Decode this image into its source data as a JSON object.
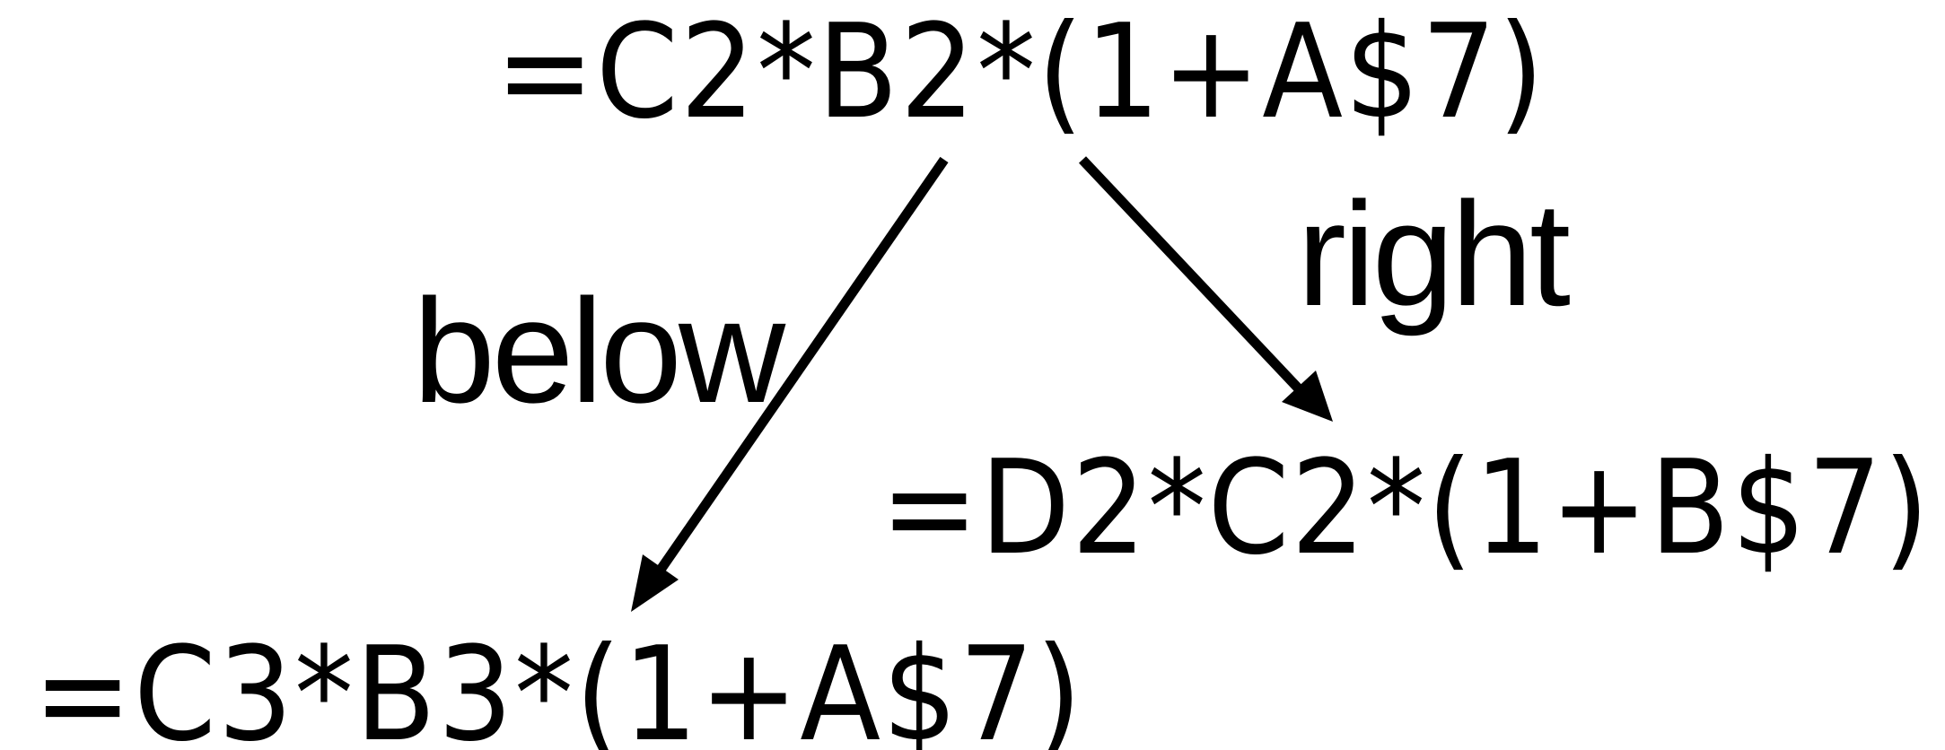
{
  "diagram": {
    "source_formula": "=C2*B2*(1+A$7)",
    "below_formula": "=C3*B3*(1+A$7)",
    "right_formula": "=D2*C2*(1+B$7)",
    "below_label": "below",
    "right_label": "right"
  },
  "colors": {
    "ink": "#000000",
    "background": "#ffffff"
  }
}
